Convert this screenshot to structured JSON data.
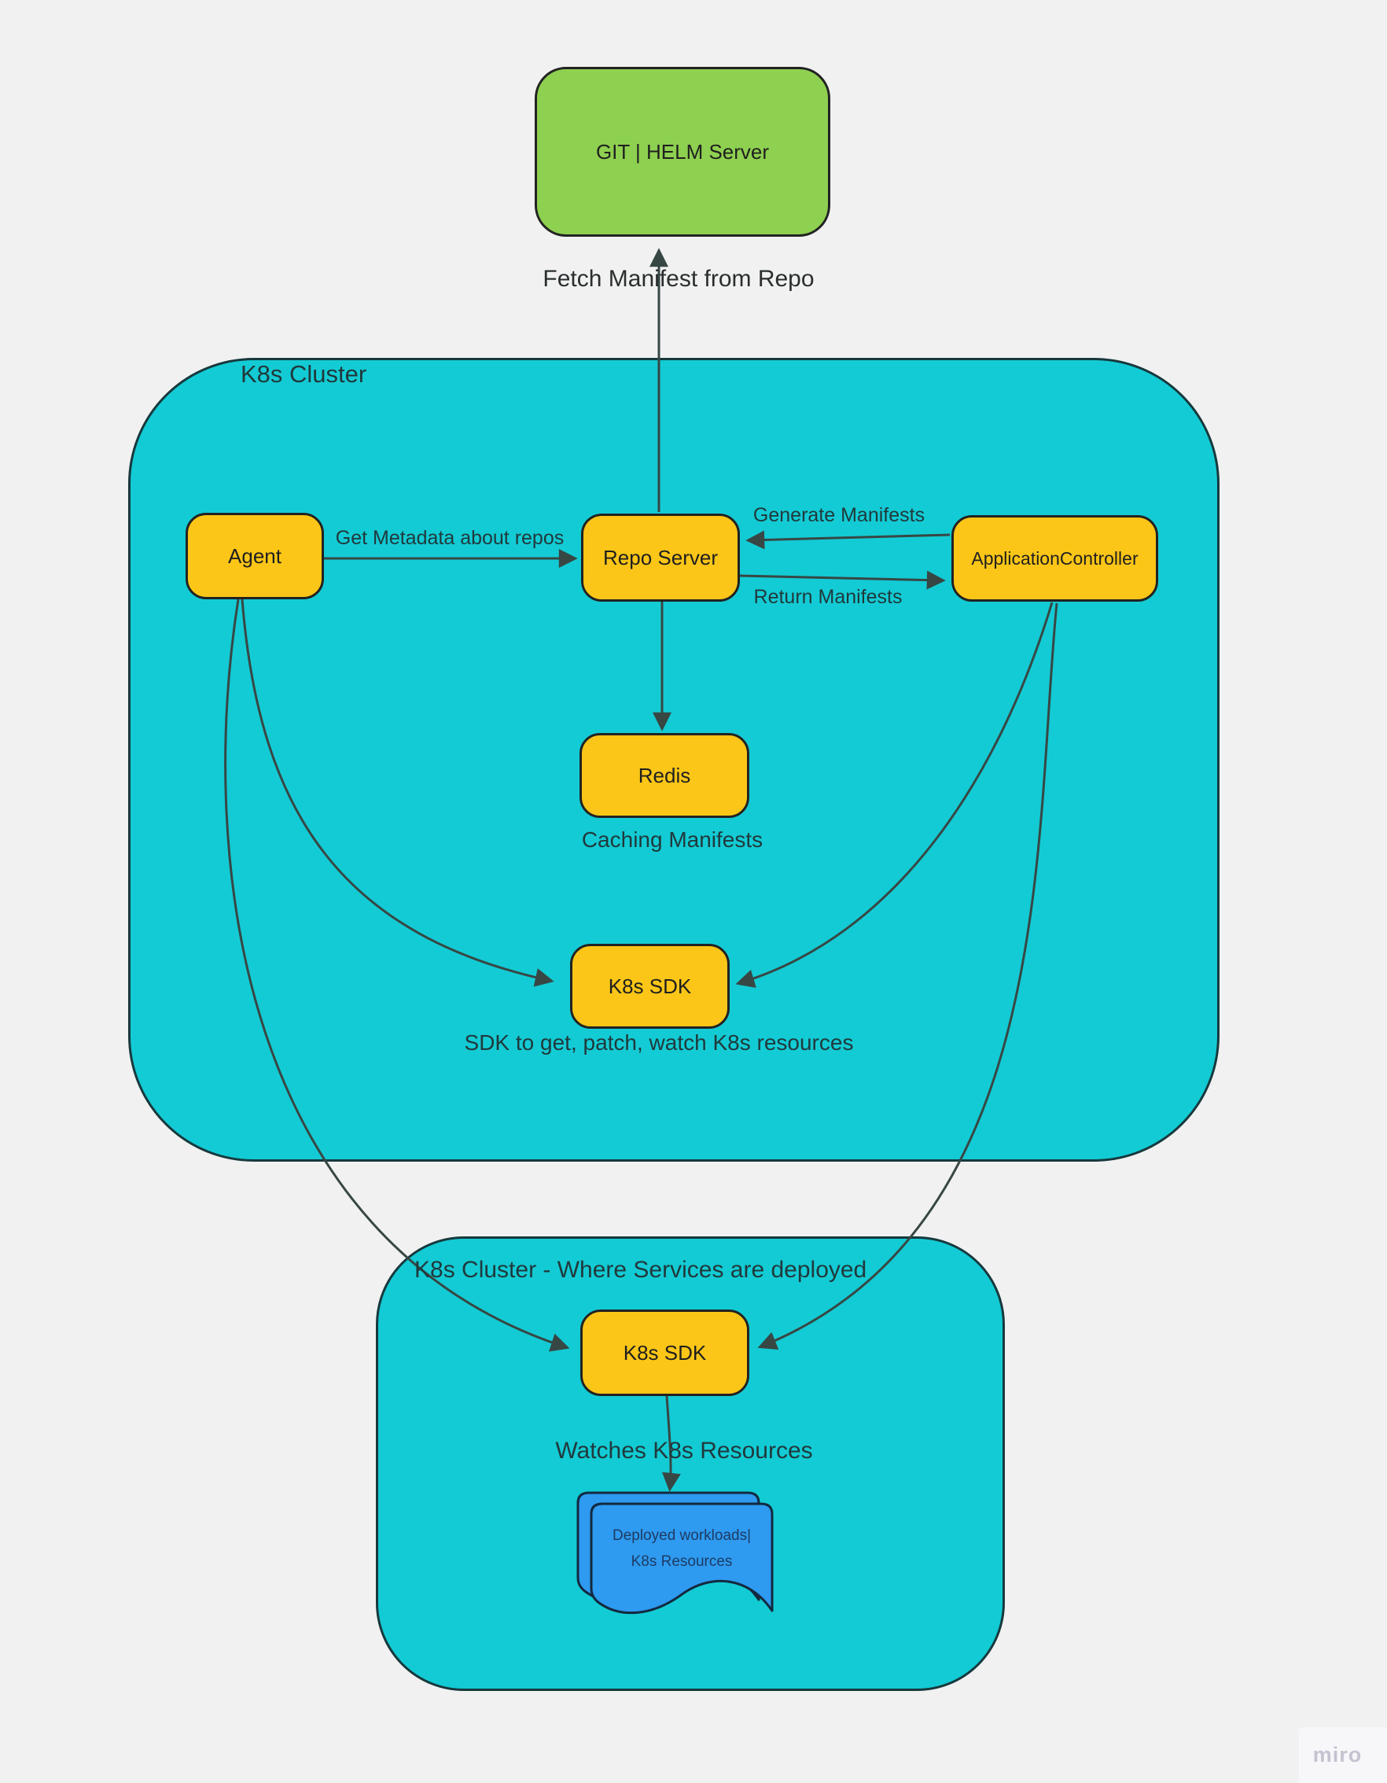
{
  "colors": {
    "background": "#f1f1f2",
    "cluster-fill": "#13cbd4",
    "cluster-border": "#17393d",
    "node-fill": "#fbc617",
    "node-border": "#222222",
    "green-fill": "#8ed050",
    "doc-fill": "#2e9af0",
    "doc-border": "#13293f",
    "doc-text": "#1d3b63",
    "line": "#374744",
    "text-dark": "#20393c",
    "watermark-bg": "#f7f7fa",
    "watermark-text": "#c4c3d0"
  },
  "clusters": {
    "primary": {
      "title": "K8s Cluster"
    },
    "deploy": {
      "title": "K8s Cluster - Where Services are deployed"
    }
  },
  "nodes": {
    "git_helm": {
      "label": "GIT | HELM Server"
    },
    "agent": {
      "label": "Agent"
    },
    "repo_server": {
      "label": "Repo Server"
    },
    "app_controller": {
      "label": "ApplicationController"
    },
    "redis": {
      "label": "Redis"
    },
    "sdk_primary": {
      "label": "K8s SDK"
    },
    "sdk_deploy": {
      "label": "K8s SDK"
    },
    "workloads_doc": {
      "line1": "Deployed workloads|",
      "line2": "K8s Resources"
    }
  },
  "connector_labels": {
    "fetch_manifest": "Fetch Manifest from Repo",
    "get_metadata": "Get Metadata about repos",
    "generate_manifests": "Generate Manifests",
    "return_manifests": "Return Manifests",
    "caching_manifests": "Caching Manifests",
    "sdk_caption": "SDK to get, patch, watch K8s resources",
    "watches_resources": "Watches K8s Resources"
  },
  "watermark": "miro"
}
